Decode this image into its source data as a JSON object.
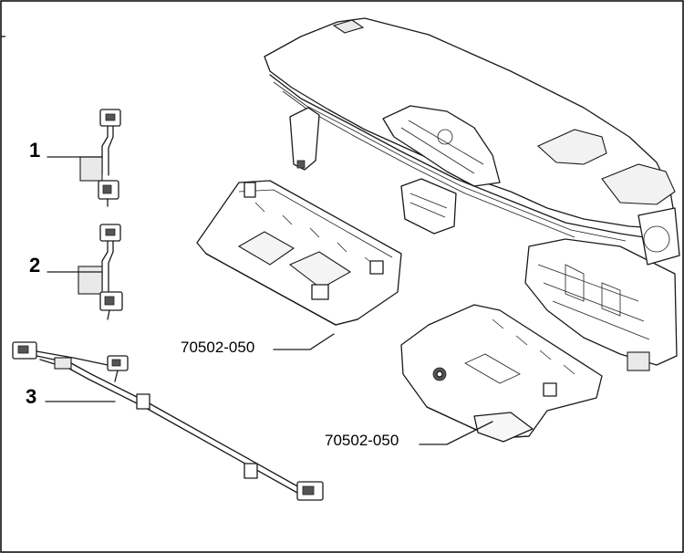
{
  "callouts": [
    {
      "id": "1",
      "label": "1"
    },
    {
      "id": "2",
      "label": "2"
    },
    {
      "id": "3",
      "label": "3"
    }
  ],
  "part_numbers": [
    {
      "label": "70502-050"
    },
    {
      "label": "70502-050"
    }
  ]
}
